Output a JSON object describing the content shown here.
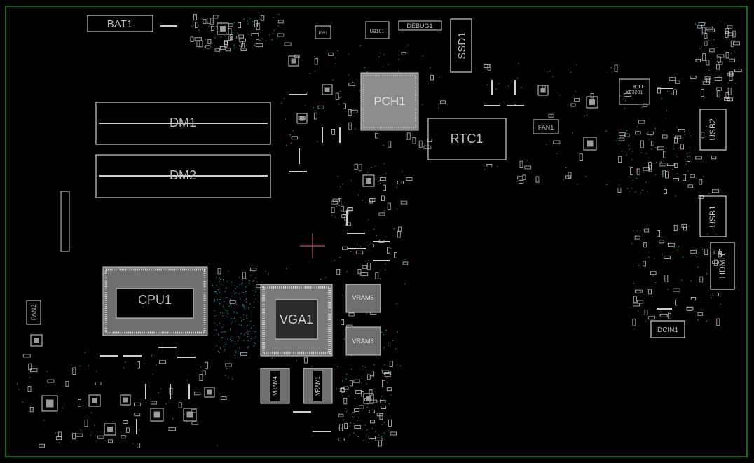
{
  "colors": {
    "background": "#000000",
    "border": "#0b6b16",
    "outline": "#cfcfcf",
    "pad": "#bdbdbd",
    "chipFill": "#8c8c8c",
    "label": "#bcbcbc",
    "via": "#1f8ea8",
    "cursor": "#e06b8a"
  },
  "components": [
    {
      "id": "BAT1",
      "label": "BAT1"
    },
    {
      "id": "DEBUG1",
      "label": "DEBUG1"
    },
    {
      "id": "PW1",
      "label": "PW1"
    },
    {
      "id": "U9101",
      "label": "U9101"
    },
    {
      "id": "SSD1",
      "label": "SSD1"
    },
    {
      "id": "PCH1",
      "label": "PCH1"
    },
    {
      "id": "RTC1",
      "label": "RTC1"
    },
    {
      "id": "FAN1",
      "label": "FAN1"
    },
    {
      "id": "XF3201",
      "label": "XF3201"
    },
    {
      "id": "USB2",
      "label": "USB2"
    },
    {
      "id": "USB1",
      "label": "USB1"
    },
    {
      "id": "HDMI1",
      "label": "HDMI1"
    },
    {
      "id": "DM1",
      "label": "DM1"
    },
    {
      "id": "DM2",
      "label": "DM2"
    },
    {
      "id": "CPU1",
      "label": "CPU1"
    },
    {
      "id": "VGA1",
      "label": "VGA1"
    },
    {
      "id": "VRAM5",
      "label": "VRAM5"
    },
    {
      "id": "VRAM8",
      "label": "VRAM8"
    },
    {
      "id": "VRAM4",
      "label": "VRAM4"
    },
    {
      "id": "VRAM1",
      "label": "VRAM1"
    },
    {
      "id": "FAN2",
      "label": "FAN2"
    },
    {
      "id": "DCIN1",
      "label": "DCIN1"
    }
  ]
}
